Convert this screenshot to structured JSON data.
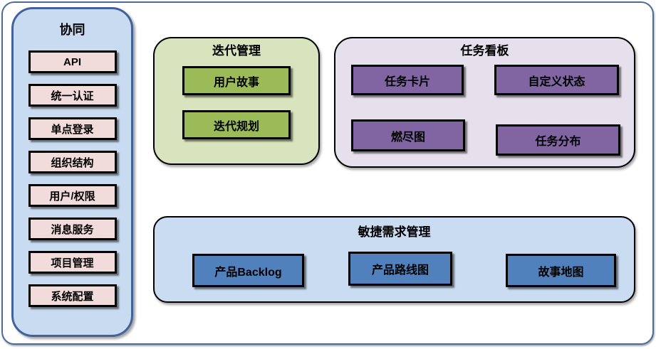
{
  "sidebar": {
    "title": "协同",
    "items": [
      "API",
      "统一认证",
      "单点登录",
      "组织结构",
      "用户/权限",
      "消息服务",
      "项目管理",
      "系统配置"
    ]
  },
  "groups": {
    "iteration": {
      "title": "迭代管理",
      "items": [
        "用户故事",
        "迭代规划"
      ]
    },
    "taskboard": {
      "title": "任务看板",
      "items": [
        "任务卡片",
        "自定义状态",
        "燃尽图",
        "任务分布"
      ]
    },
    "agile_requirements": {
      "title": "敏捷需求管理",
      "items": [
        "产品Backlog",
        "产品路线图",
        "故事地图"
      ]
    }
  },
  "colors": {
    "outer_border": "#4a6c9f",
    "sidebar_bg": "#c9dbf1",
    "sidebar_border": "#40639c",
    "sidebar_item_bg": "#f2dcdb",
    "iteration_bg": "#d7e4bd",
    "iteration_item_bg": "#9bba58",
    "taskboard_bg": "#e6e0ec",
    "taskboard_item_bg": "#8165a3",
    "agile_bg": "#c9dcf2",
    "agile_item_bg": "#5181bd",
    "item_border": "#000000",
    "text": "#000000"
  }
}
